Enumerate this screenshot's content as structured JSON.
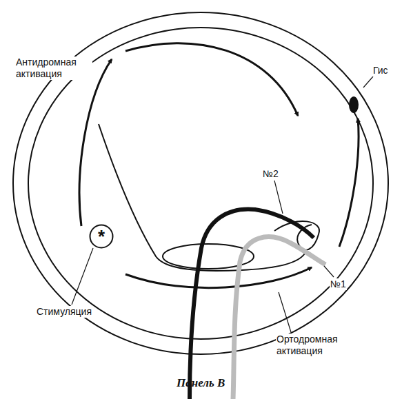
{
  "diagram": {
    "caption": "Панель В",
    "nodes": [
      {
        "text": [
          "*"
        ]
      }
    ],
    "labels": [
      "Антидромная активация",
      "Гис",
      "№2",
      "№1",
      "Стимуляция",
      "Ортодромная активация"
    ]
  }
}
